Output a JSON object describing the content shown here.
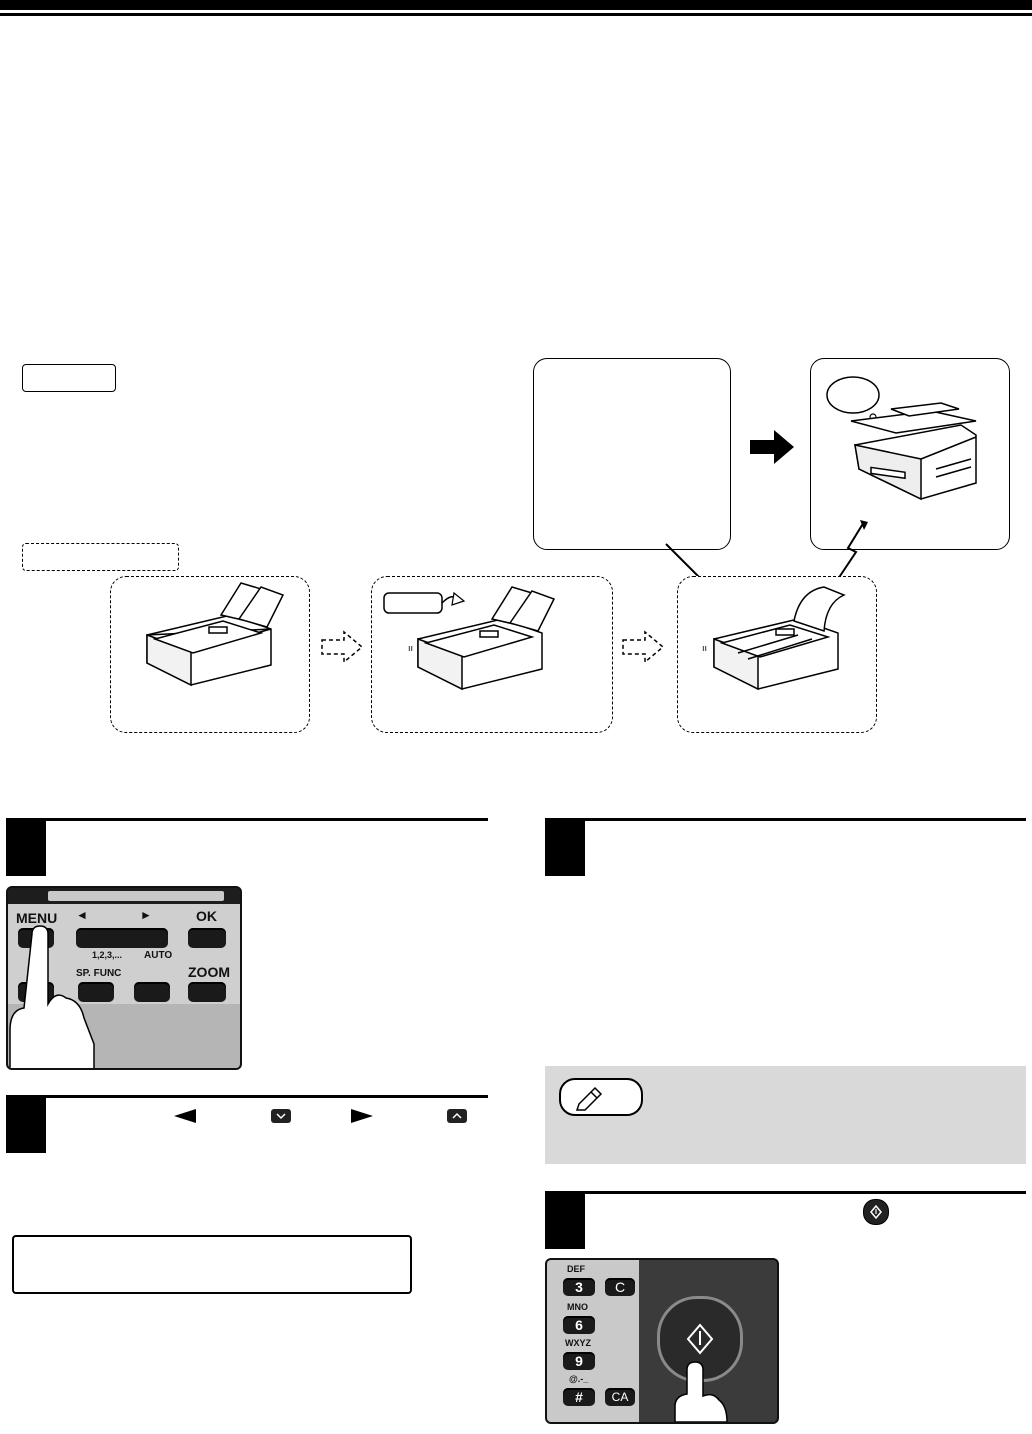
{
  "page": {
    "step_keys_panel": {
      "menu": "MENU",
      "ok": "OK",
      "sp_func": "SP. FUNC",
      "auto": "AUTO",
      "zoom": "ZOOM",
      "left_arrow": "◄",
      "right_arrow": "►",
      "sort_label": "1,2,3,..."
    },
    "keypad_panel": {
      "def": "DEF",
      "digit_3": "3",
      "mno": "MNO",
      "digit_6": "6",
      "wxyz": "WXYZ",
      "digit_9": "9",
      "symbols": "@.-_",
      "hash": "#",
      "clear": "C",
      "clear_all": "CA"
    },
    "icons": {
      "start": "start-icon",
      "pencil": "pencil-icon",
      "arrow": "arrow-right-icon",
      "lightning": "lightning-icon"
    },
    "colors": {
      "black": "#000000",
      "note_bg": "#d9d9d9"
    }
  }
}
